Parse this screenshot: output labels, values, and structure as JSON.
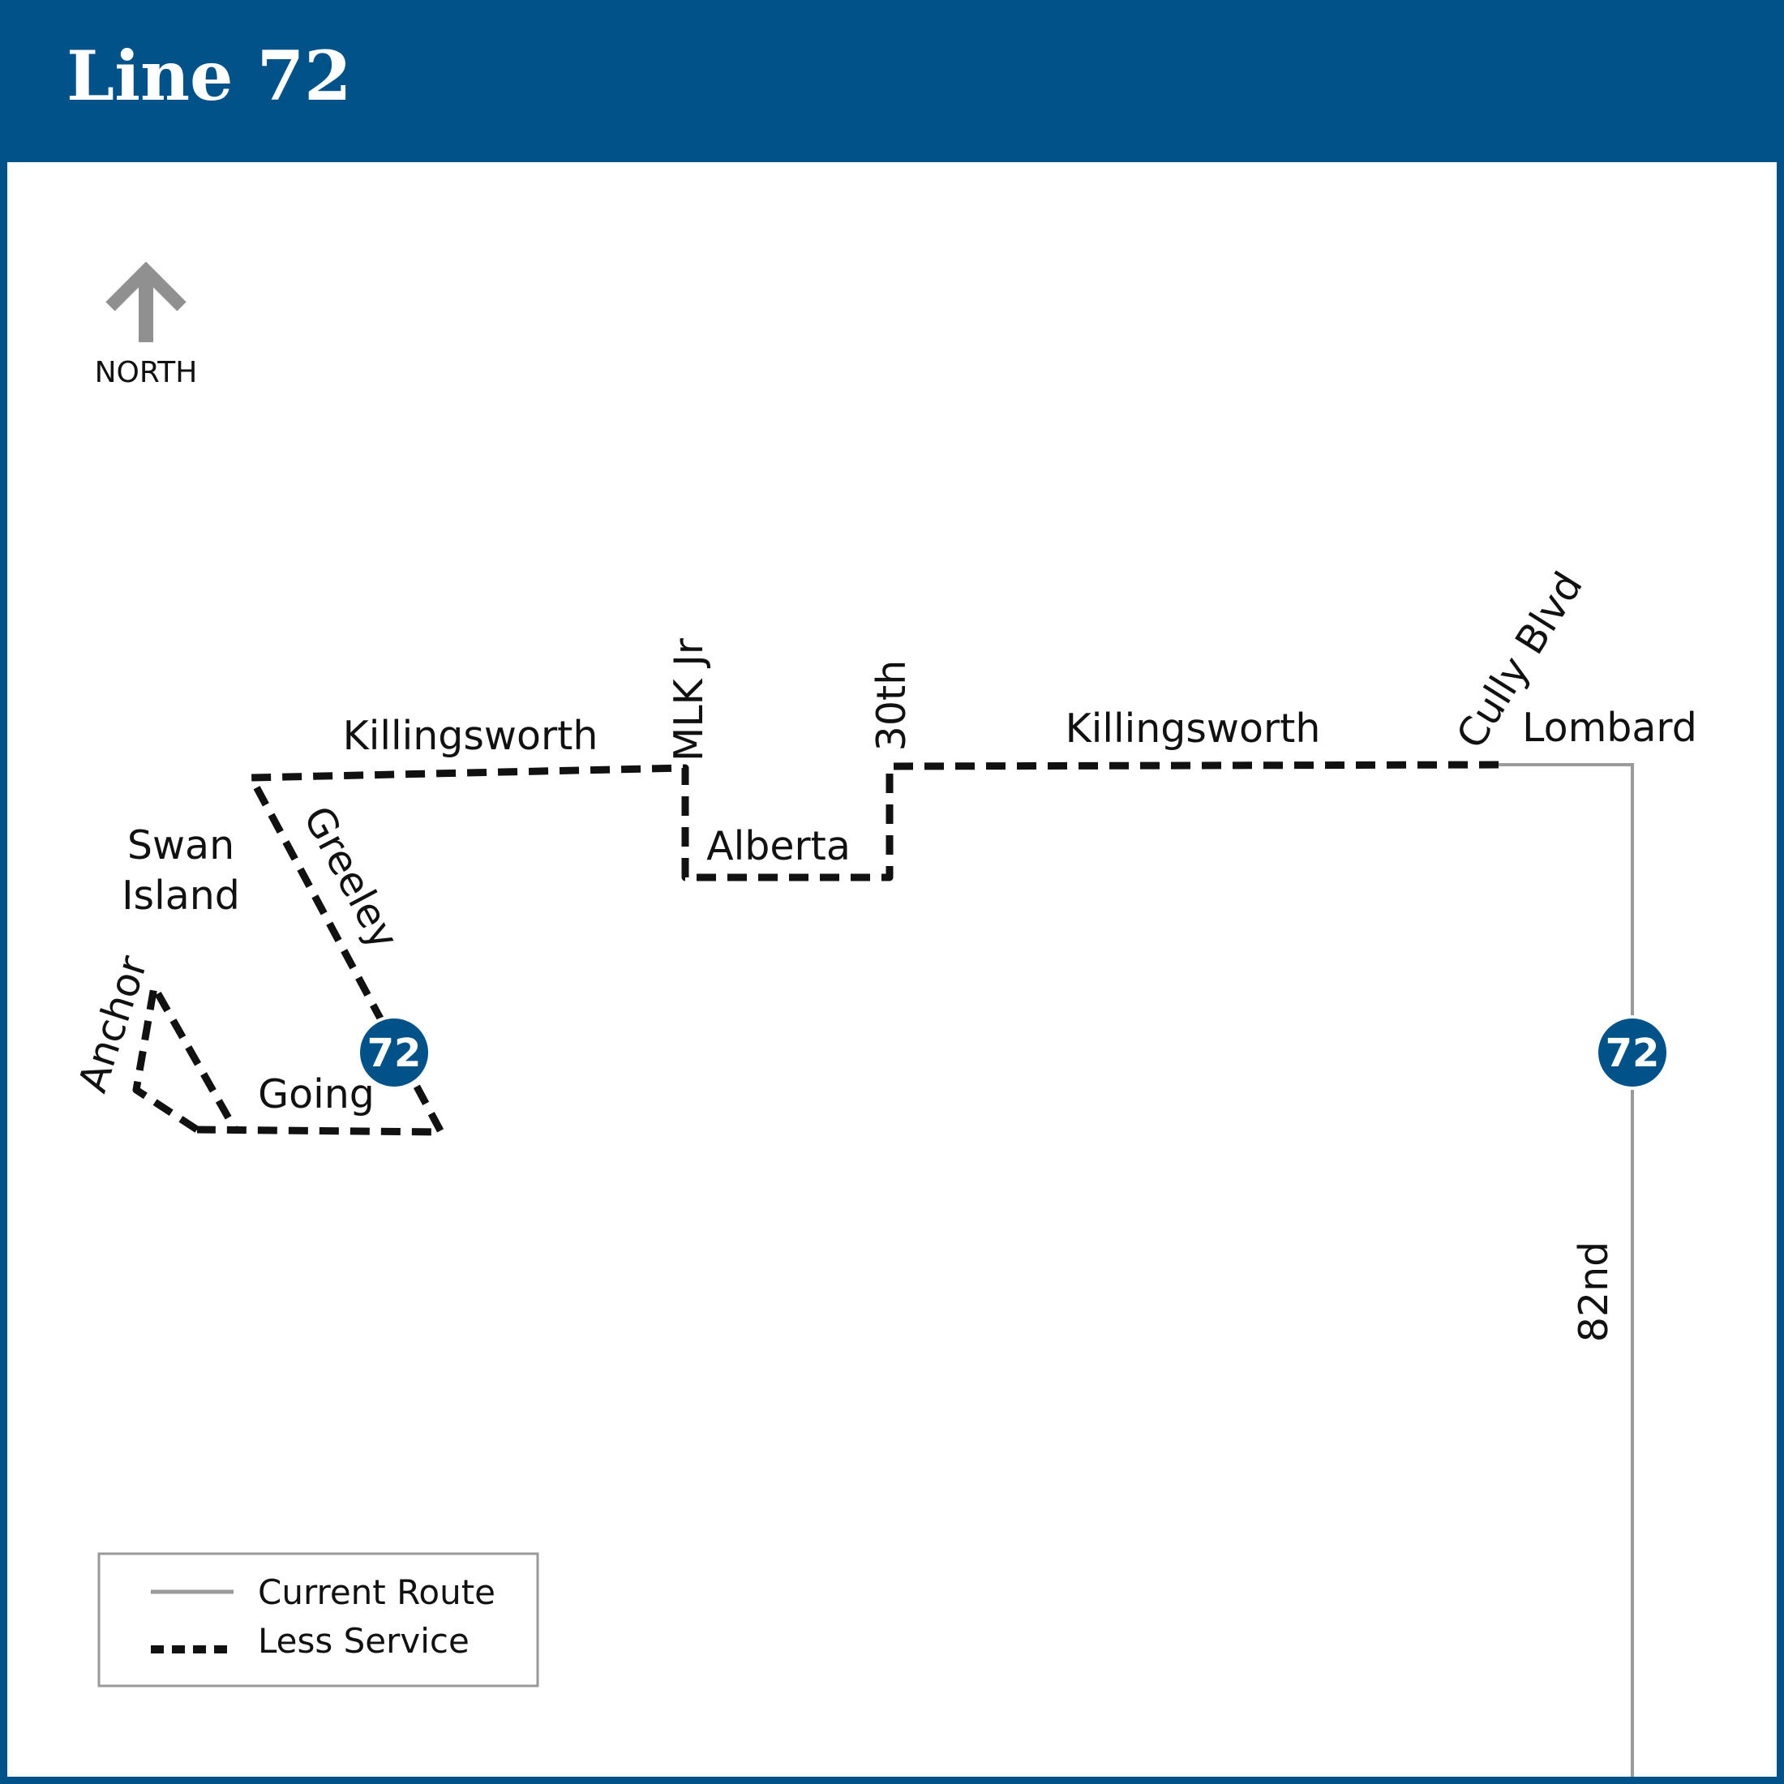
{
  "title": "Line 72",
  "north_label": "NORTH",
  "route_number": "72",
  "colors": {
    "brand": "#02528a",
    "current_route": "#9a9a9a",
    "less_service": "#111111",
    "north_arrow": "#909090"
  },
  "streets": {
    "killingsworth_west": "Killingsworth",
    "killingsworth_east": "Killingsworth",
    "mlk": "MLK Jr",
    "thirtieth": "30th",
    "alberta": "Alberta",
    "cully": "Cully Blvd",
    "lombard": "Lombard",
    "greeley": "Greeley",
    "going": "Going",
    "anchor": "Anchor",
    "eighty_second": "82nd"
  },
  "places": {
    "swan_island_line1": "Swan",
    "swan_island_line2": "Island"
  },
  "legend": {
    "current_route": "Current Route",
    "less_service": "Less Service"
  }
}
